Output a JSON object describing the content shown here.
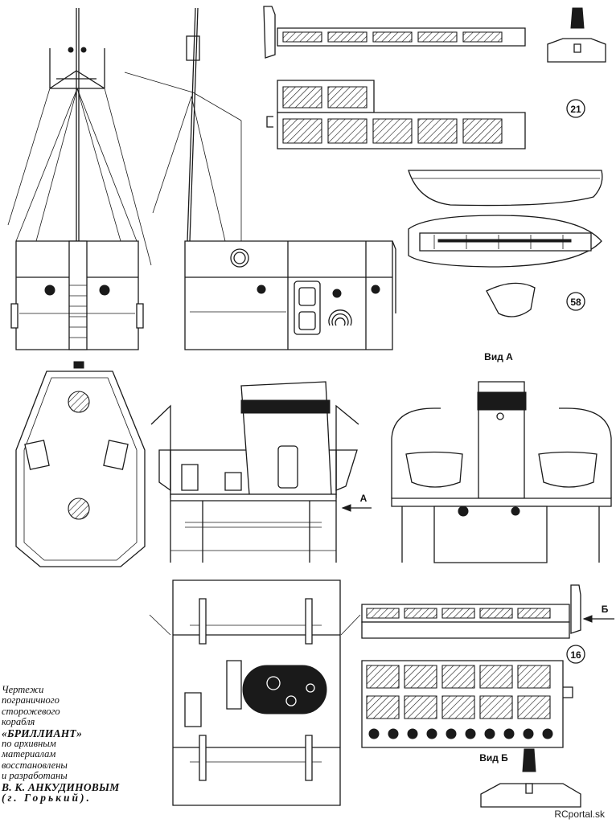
{
  "labels": {
    "sheet_21": "21",
    "sheet_58": "58",
    "sheet_16": "16",
    "view_a": "Вид А",
    "view_b": "Вид Б",
    "arrow_a": "А",
    "arrow_b": "Б"
  },
  "caption": {
    "line1": "Чертежи",
    "line2": "пограничного",
    "line3": "сторожевого",
    "line4": "корабля",
    "line5": "«БРИЛЛИАНТ»",
    "line6": "по архивным",
    "line7": "материалам",
    "line8": "восстановлены",
    "line9": "и разработаны",
    "line10": "В. К. АНКУДИНОВЫМ",
    "line11": "(г. Горький)."
  },
  "watermark": "RCportal.sk",
  "colors": {
    "ink": "#1a1a1a",
    "paper": "#ffffff"
  }
}
